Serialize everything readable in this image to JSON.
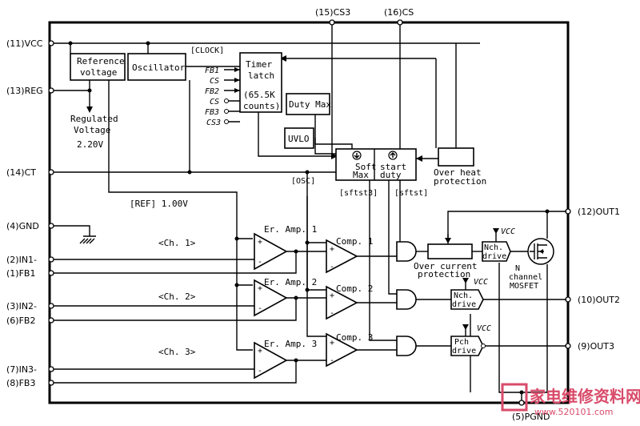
{
  "pins": {
    "vcc": "(11)VCC",
    "reg": "(13)REG",
    "ct": "(14)CT",
    "gnd": "(4)GND",
    "in1": "(2)IN1-",
    "fb1": "(1)FB1",
    "in2": "(3)IN2-",
    "fb2": "(6)FB2",
    "in3": "(7)IN3-",
    "fb3": "(8)FB3",
    "cs3": "(15)CS3",
    "cs": "(16)CS",
    "out1": "(12)OUT1",
    "out2": "(10)OUT2",
    "out3": "(9)OUT3",
    "pgnd": "(5)PGND"
  },
  "blocks": {
    "reference_line1": "Reference",
    "reference_line2": "voltage",
    "oscillator": "Oscillator",
    "clock": "[CLOCK]",
    "timer_line1": "Timer",
    "timer_line2": "latch",
    "timer_line3": "(65.5K",
    "timer_line4": "counts)",
    "duty_max": "Duty Max",
    "uvlo": "UVLO",
    "soft_line1": "Soft",
    "soft_line2": "Max",
    "start_line1": "start",
    "start_line2": "duty",
    "overheat_line1": "Over heat",
    "overheat_line2": "protection",
    "overcurrent_line1": "Over current",
    "overcurrent_line2": "protection",
    "nch_line1": "Nch.",
    "nch_line2": "drive",
    "pch_line1": "Pch",
    "pch_line2": "drive",
    "mosfet_line1": "N",
    "mosfet_line2": "channel",
    "mosfet_line3": "MOSFET"
  },
  "labels": {
    "regulated_line1": "Regulated",
    "regulated_line2": "Voltage",
    "regulated_line3": "2.20V",
    "ref": "[REF] 1.00V",
    "osc": "[OSC]",
    "sftst3": "[sftst3]",
    "sftst": "[sftst]",
    "ch1": "<Ch. 1>",
    "ch2": "<Ch. 2>",
    "ch3": "<Ch. 3>",
    "eramp1": "Er. Amp. 1",
    "eramp2": "Er. Amp. 2",
    "eramp3": "Er. Amp. 3",
    "comp1": "Comp. 1",
    "comp2": "Comp. 2",
    "comp3": "Comp. 3",
    "vcc_drive": "VCC",
    "plus": "+",
    "minus": "-"
  },
  "timer_inputs": [
    "FB1",
    "CS",
    "FB2",
    "CS",
    "FB3",
    "CS3"
  ],
  "watermark": {
    "cn": "家电维修资料网",
    "url": "www.520101.com"
  }
}
